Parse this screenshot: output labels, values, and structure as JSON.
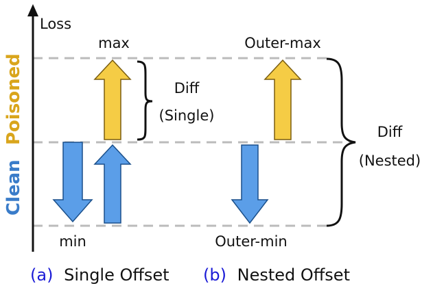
{
  "axis": {
    "label": "Loss"
  },
  "side_labels": {
    "clean": {
      "text": "Clean",
      "color": "#3a7cc9"
    },
    "poisoned": {
      "text": "Poisoned",
      "color": "#d9a51c"
    }
  },
  "panel_a": {
    "top_label": "max",
    "bottom_label": "min",
    "diff_label_line1": "Diff",
    "diff_label_line2": "(Single)",
    "caption_letter": "(a)",
    "caption_text": "Single Offset"
  },
  "panel_b": {
    "top_label": "Outer-max",
    "bottom_label": "Outer-min",
    "diff_label_line1": "Diff",
    "diff_label_line2": "(Nested)",
    "caption_letter": "(b)",
    "caption_text": "Nested Offset"
  },
  "colors": {
    "clean_arrow": "#5b9ee8",
    "poisoned_arrow": "#f5cc45",
    "caption_letter": "#1a1ad6",
    "guide_line": "#bbbbbb"
  }
}
